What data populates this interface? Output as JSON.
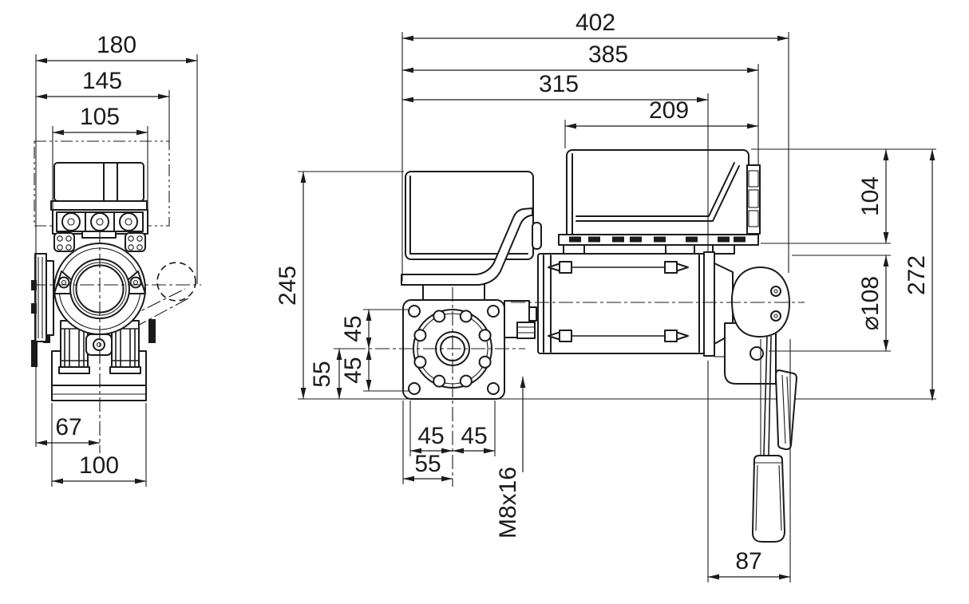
{
  "drawing": {
    "kind": "technical dimension drawing",
    "views": [
      "front_view",
      "side_view"
    ]
  },
  "front": {
    "d180": "180",
    "d145": "145",
    "d105": "105",
    "d67": "67",
    "d100": "100"
  },
  "side": {
    "d402": "402",
    "d385": "385",
    "d315": "315",
    "d209": "209",
    "d245": "245",
    "d45a": "45",
    "d45b": "45",
    "d55v": "55",
    "d45c": "45",
    "d45d": "45",
    "d55h": "55",
    "m8": "M8x16",
    "d104": "104",
    "d108": "⌀108",
    "d272": "272",
    "d87": "87"
  }
}
